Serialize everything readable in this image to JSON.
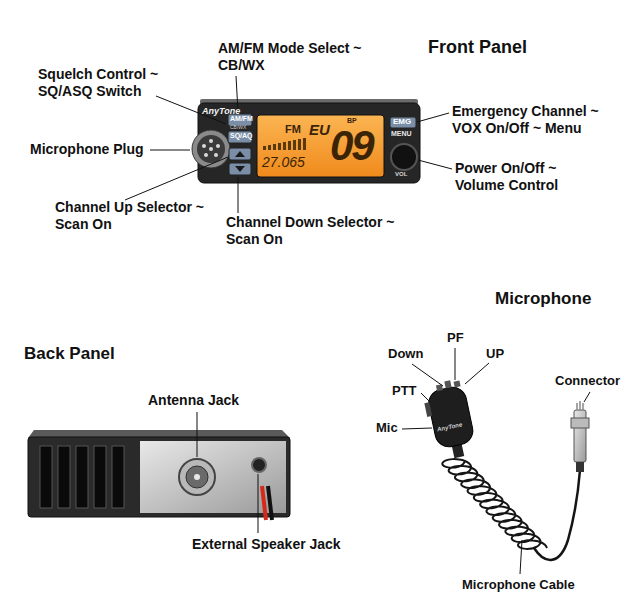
{
  "diagram": {
    "labels": [
      "Front Panel",
      "AM/FM Mode Select ~ CB/WX",
      "Squelch Control ~ SQ/ASQ Switch",
      "Microphone Plug",
      "Emergency Channel ~ VOX On/Off ~ Menu",
      "Power On/Off ~ Volume Control",
      "Channel Up Selector ~ Scan On",
      "Channel Down Selector ~ Scan On",
      "Back Panel",
      "Antenna Jack",
      "External Speaker Jack",
      "Microphone",
      "Down",
      "PF",
      "UP",
      "PTT",
      "Mic",
      "Connector",
      "Microphone Cable",
      "AnyTone",
      "AM/FM",
      "CB/WX",
      "SQ/AQ",
      "FM",
      "EU",
      "BP",
      "09",
      "27.065",
      "EMG",
      "MENU",
      "VOL",
      "AnyTone"
    ]
  }
}
